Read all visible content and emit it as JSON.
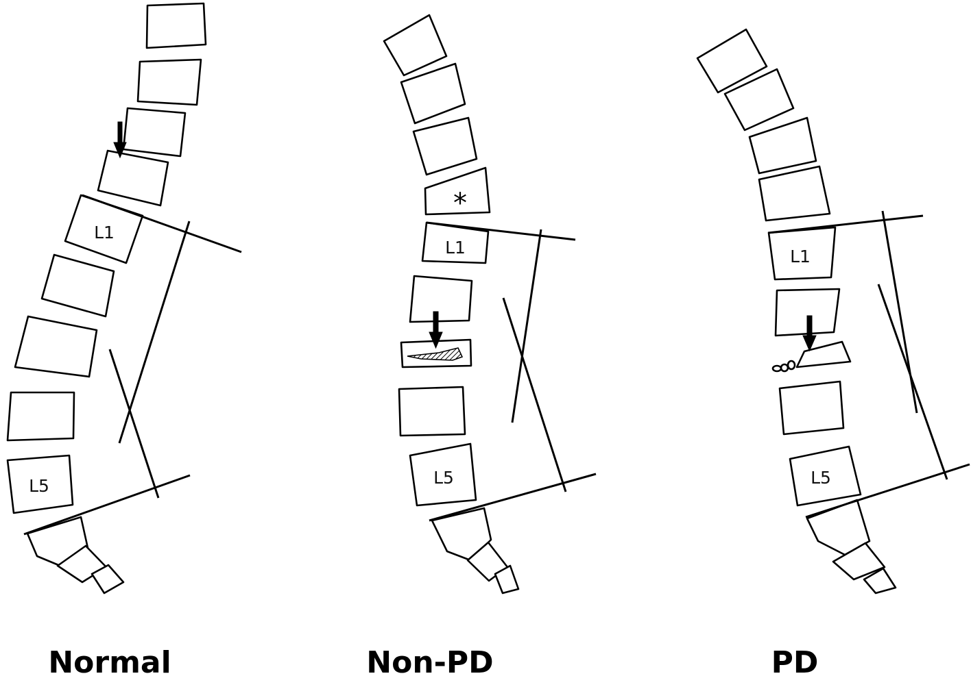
{
  "panels": [
    {
      "id": "normal",
      "caption": "Normal",
      "upper_label": "L1",
      "lower_label": "L5"
    },
    {
      "id": "non-pd",
      "caption": "Non-PD",
      "upper_label": "L1",
      "lower_label": "L5",
      "marker": "*"
    },
    {
      "id": "pd",
      "caption": "PD",
      "upper_label": "L1",
      "lower_label": "L5"
    }
  ]
}
